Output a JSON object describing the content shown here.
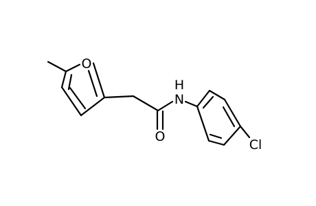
{
  "atoms": {
    "oxygen_ring": "O",
    "oxygen_carbonyl": "O",
    "nitrogen": "N",
    "hydrogen": "H",
    "chlorine": "Cl"
  }
}
